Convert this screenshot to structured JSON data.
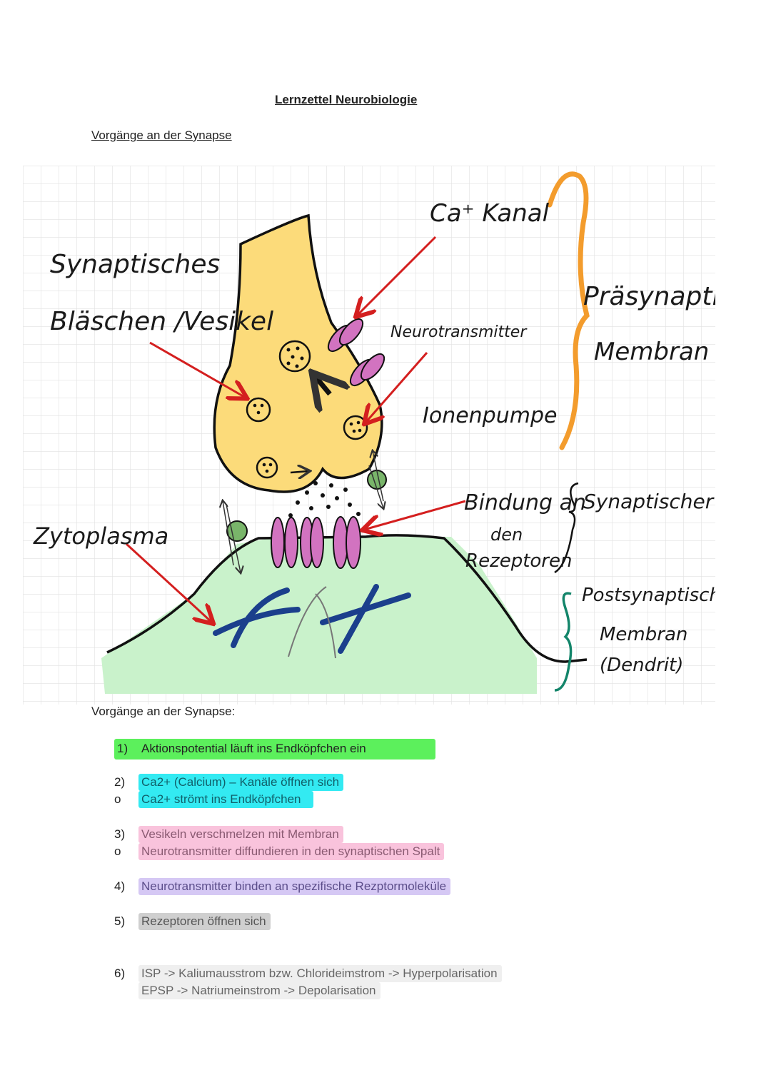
{
  "document": {
    "title": "Lernzettel Neurobiologie",
    "subtitle": "Vorgänge an der Synapse"
  },
  "diagram": {
    "labels": {
      "vesicle_line1": "Synaptisches",
      "vesicle_line2": "Bläschen /Vesikel",
      "ca_channel": "Ca⁺ Kanal",
      "neurotransmitter": "Neurotransmitter",
      "ion_pump": "Ionenpumpe",
      "presynaptic_line1": "Präsynaptische",
      "presynaptic_line2": "Membran",
      "binding_line1": "Bindung an",
      "binding_line2": "den",
      "binding_line3": "Rezeptoren",
      "cleft": "Synaptischer spalt",
      "cytoplasm": "Zytoplasma",
      "postsynaptic_line1": "Postsynaptische",
      "postsynaptic_line2": "Membran",
      "postsynaptic_line3": "(Dendrit)"
    },
    "colors": {
      "presynapse": "#fcdb7a",
      "postsynapse": "#c9f2cb",
      "channel": "#d273c0",
      "pump": "#79b56a",
      "arrow": "#d41f1f",
      "presynaptic_brace": "#f39c2d",
      "postsynaptic_brace": "#13856a",
      "cytoskeleton": "#1b3f8c"
    }
  },
  "steps_title": "Vorgänge an der Synapse:",
  "steps": [
    {
      "num": "1)",
      "text": "Aktionspotential läuft ins Endköpfchen ein"
    },
    {
      "num": "2)",
      "text": "Ca2+ (Calcium) – Kanäle öffnen sich"
    },
    {
      "num": "o",
      "text": "Ca2+ strömt ins Endköpfchen"
    },
    {
      "num": "3)",
      "text": "Vesikeln verschmelzen mit Membran"
    },
    {
      "num": "o",
      "text": "Neurotransmitter diffundieren in den synaptischen Spalt"
    },
    {
      "num": "4)",
      "text": "Neurotransmitter binden an spezifische Rezptormoleküle"
    },
    {
      "num": "5)",
      "text": "Rezeptoren öffnen sich"
    },
    {
      "num": "6)",
      "text": "ISP  -> Kaliumausstrom bzw. Chlorideimstrom -> Hyperpolarisation"
    },
    {
      "num": "",
      "text": "EPSP -> Natriumeinstrom -> Depolarisation"
    }
  ]
}
